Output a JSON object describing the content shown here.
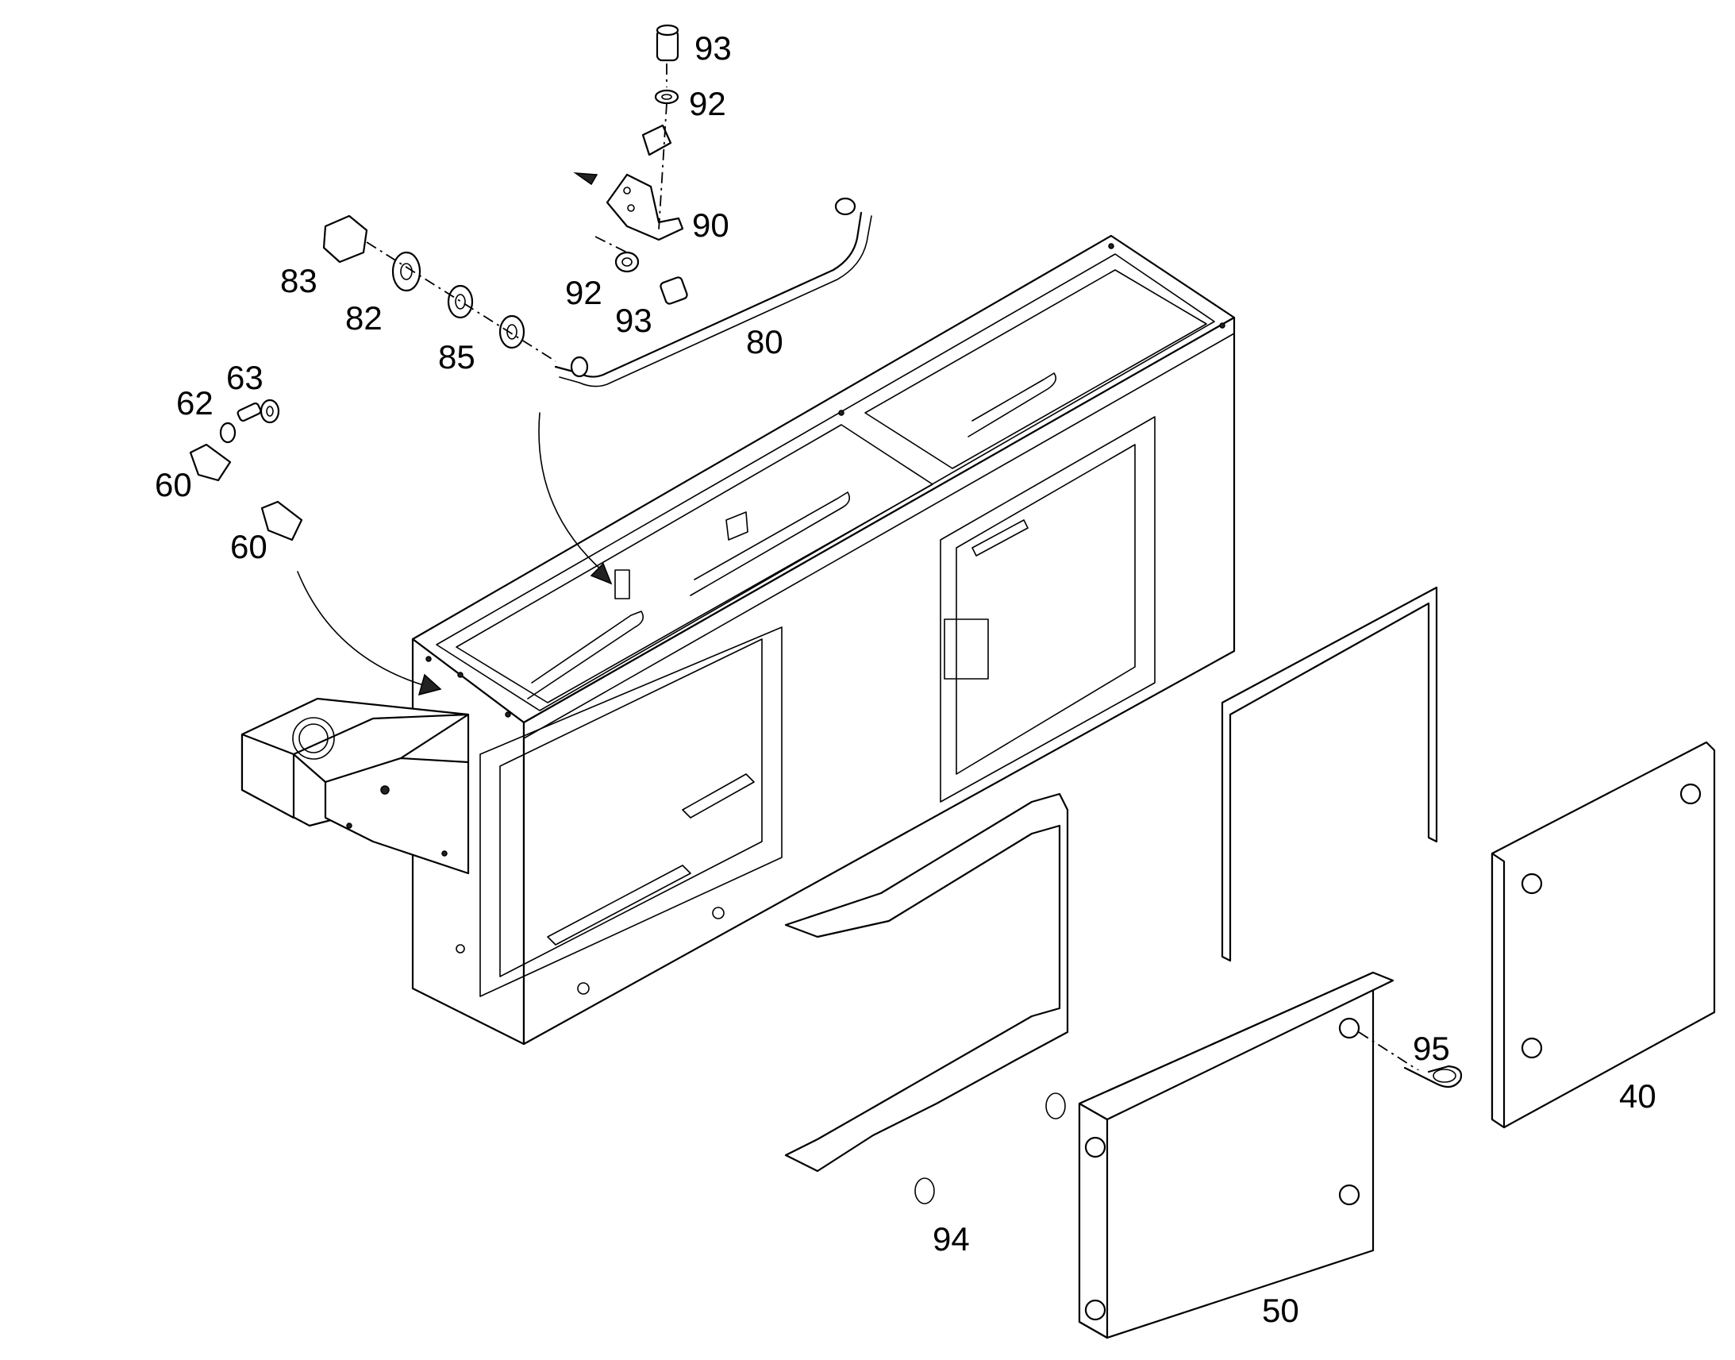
{
  "callouts": {
    "c93a": "93",
    "c92a": "92",
    "c90": "90",
    "c83": "83",
    "c82": "82",
    "c85": "85",
    "c92b": "92",
    "c93b": "93",
    "c80": "80",
    "c63": "63",
    "c62": "62",
    "c60a": "60",
    "c60b": "60",
    "c95": "95",
    "c40": "40",
    "c94": "94",
    "c50": "50"
  }
}
